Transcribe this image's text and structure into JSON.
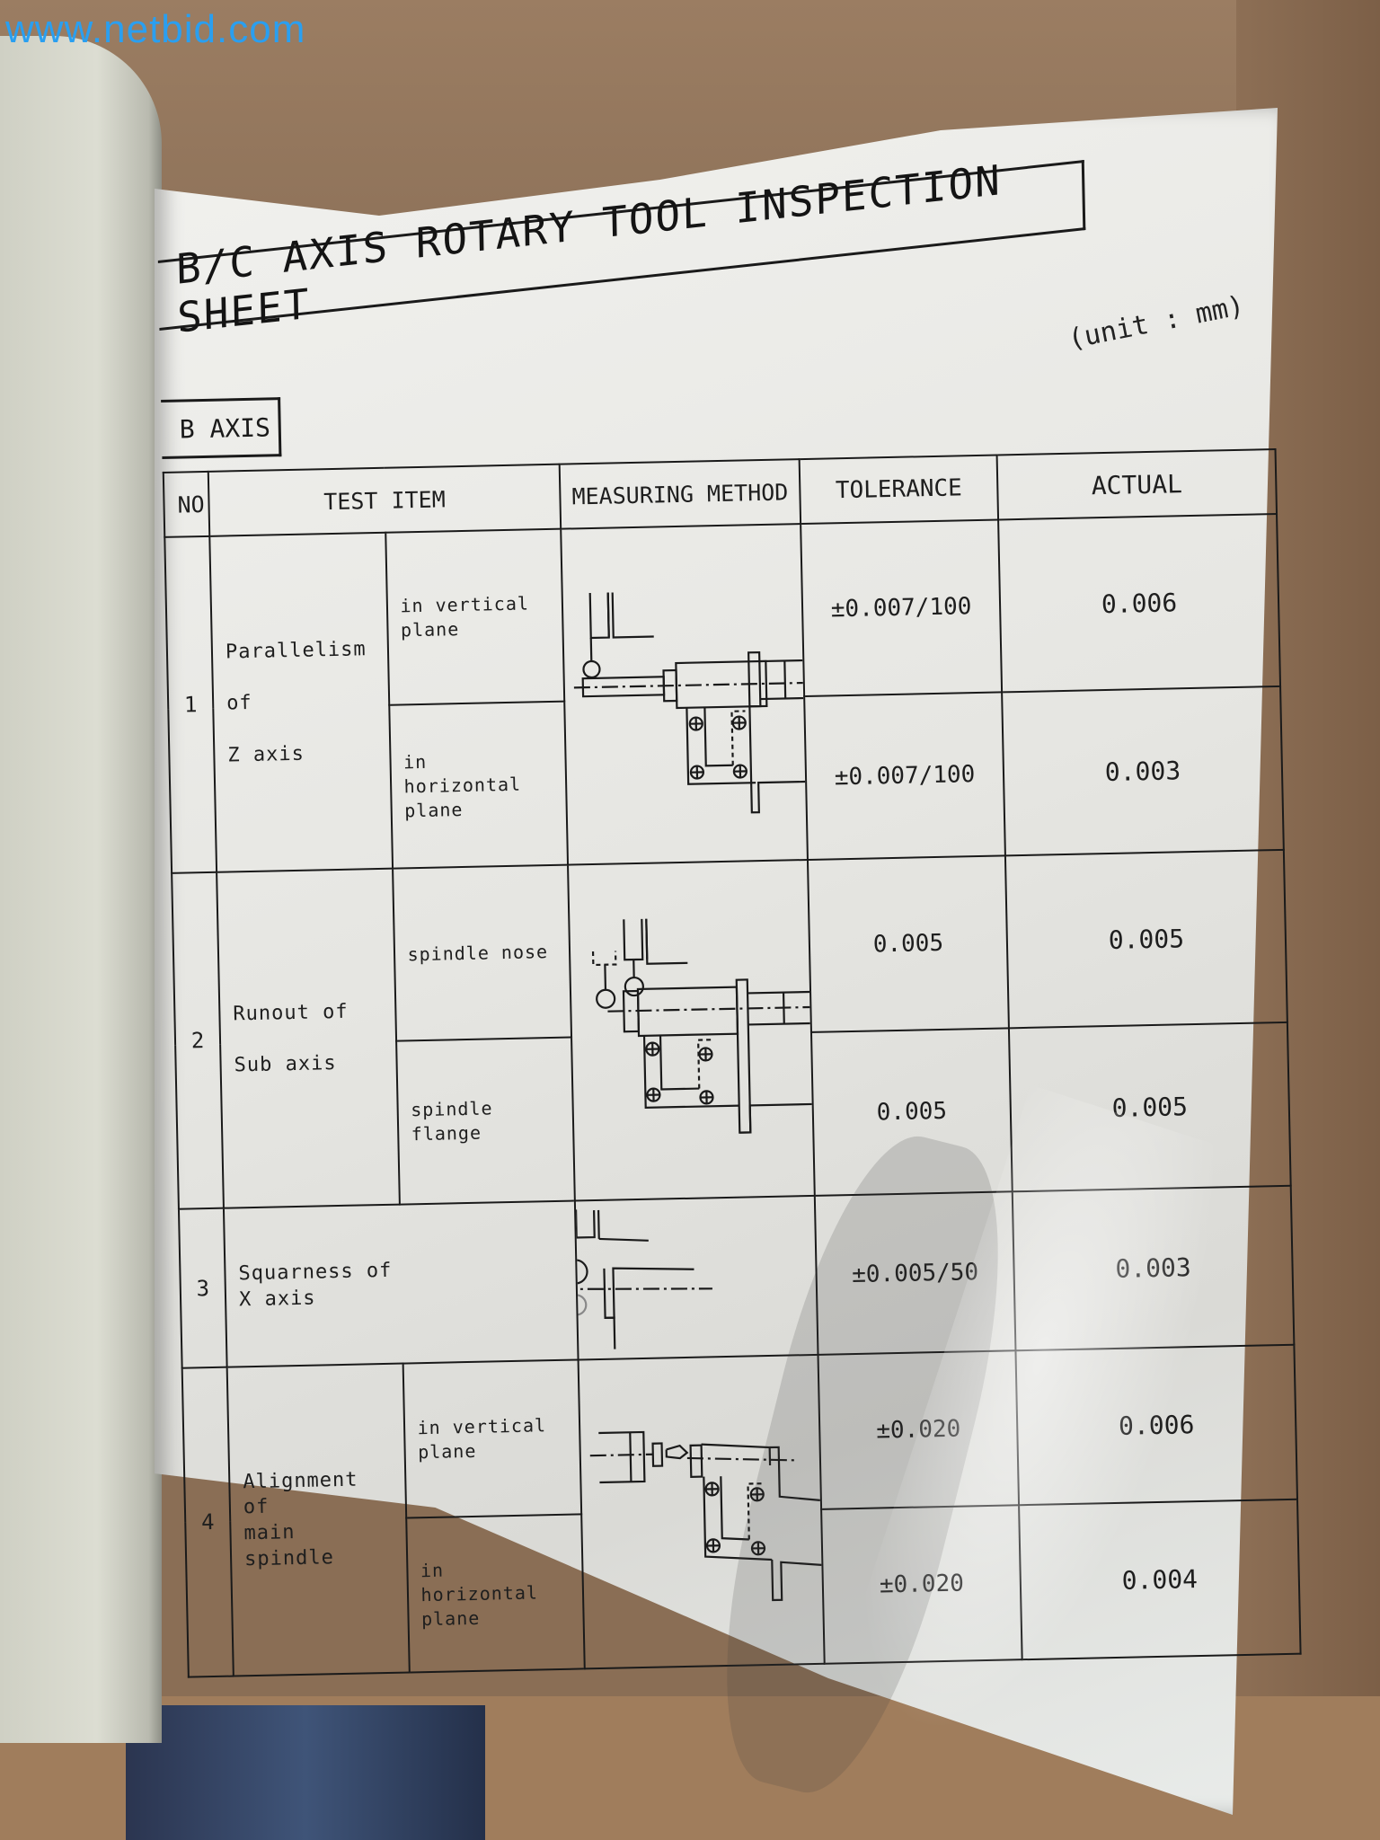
{
  "watermark": "www.netbid.com",
  "sheet": {
    "title": "B/C AXIS ROTARY TOOL INSPECTION SHEET",
    "unit_note": "(unit : mm)",
    "axis_label": "B AXIS",
    "columns": {
      "no": "NO",
      "test_item": "TEST ITEM",
      "measuring_method": "MEASURING METHOD",
      "tolerance": "TOLERANCE",
      "actual": "ACTUAL"
    },
    "rows": [
      {
        "no": "1",
        "item_line1": "Parallelism of",
        "item_line2": "Z axis",
        "method_icon": "dial-indicator-parallelism-diagram",
        "sub": [
          {
            "label": "in vertical plane",
            "tolerance": "±0.007/100",
            "actual": "0.006"
          },
          {
            "label": "in horizontal plane",
            "tolerance": "±0.007/100",
            "actual": "0.003"
          }
        ]
      },
      {
        "no": "2",
        "item_line1": "Runout of",
        "item_line2": "Sub axis",
        "method_icon": "dial-indicator-runout-diagram",
        "sub": [
          {
            "label": "spindle nose",
            "tolerance": "0.005",
            "actual": "0.005"
          },
          {
            "label": "spindle flange",
            "tolerance": "0.005",
            "actual": "0.005"
          }
        ]
      },
      {
        "no": "3",
        "item_line1": "Squarness of",
        "item_line2": "X axis",
        "method_icon": "dial-indicator-squareness-diagram",
        "tolerance": "±0.005/50",
        "actual": "0.003"
      },
      {
        "no": "4",
        "item_line1": "Alignment of",
        "item_line2": "main spindle",
        "method_icon": "dial-indicator-alignment-diagram",
        "sub": [
          {
            "label": "in vertical plane",
            "tolerance": "±0.020",
            "actual": "0.006"
          },
          {
            "label": "in horizontal plane",
            "tolerance": "±0.020",
            "actual": "0.004"
          }
        ]
      }
    ]
  }
}
